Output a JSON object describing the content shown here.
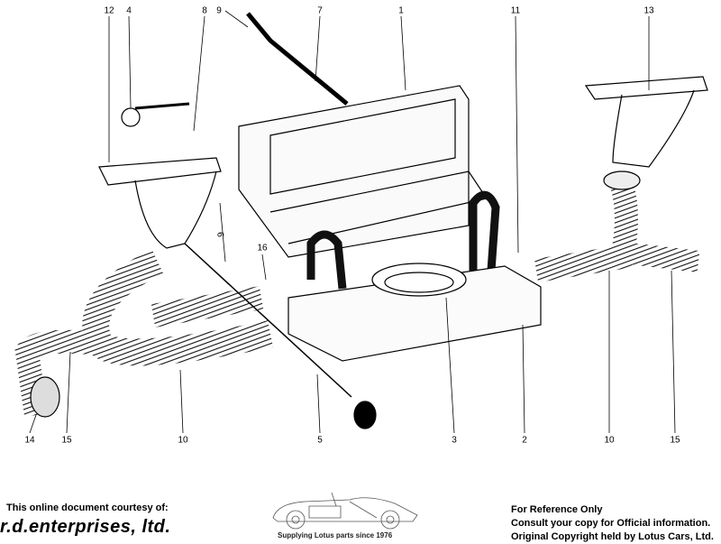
{
  "diagram": {
    "callouts": {
      "c12": "12",
      "c4": "4",
      "c8": "8",
      "c9": "9",
      "c7": "7",
      "c1": "1",
      "c11": "11",
      "c13": "13",
      "c16": "16",
      "c6": "6",
      "c14": "14",
      "c15a": "15",
      "c10a": "10",
      "c5": "5",
      "c3": "3",
      "c2": "2",
      "c10b": "10",
      "c15b": "15"
    }
  },
  "footer": {
    "courtesy": "This online document courtesy of:",
    "brand": "r.d.enterprises, ltd.",
    "logo_caption": "Supplying Lotus parts since 1976",
    "right_lines": [
      "For Reference Only",
      "Consult your copy for Official information.",
      "Original Copyright held by Lotus Cars, Ltd."
    ]
  }
}
